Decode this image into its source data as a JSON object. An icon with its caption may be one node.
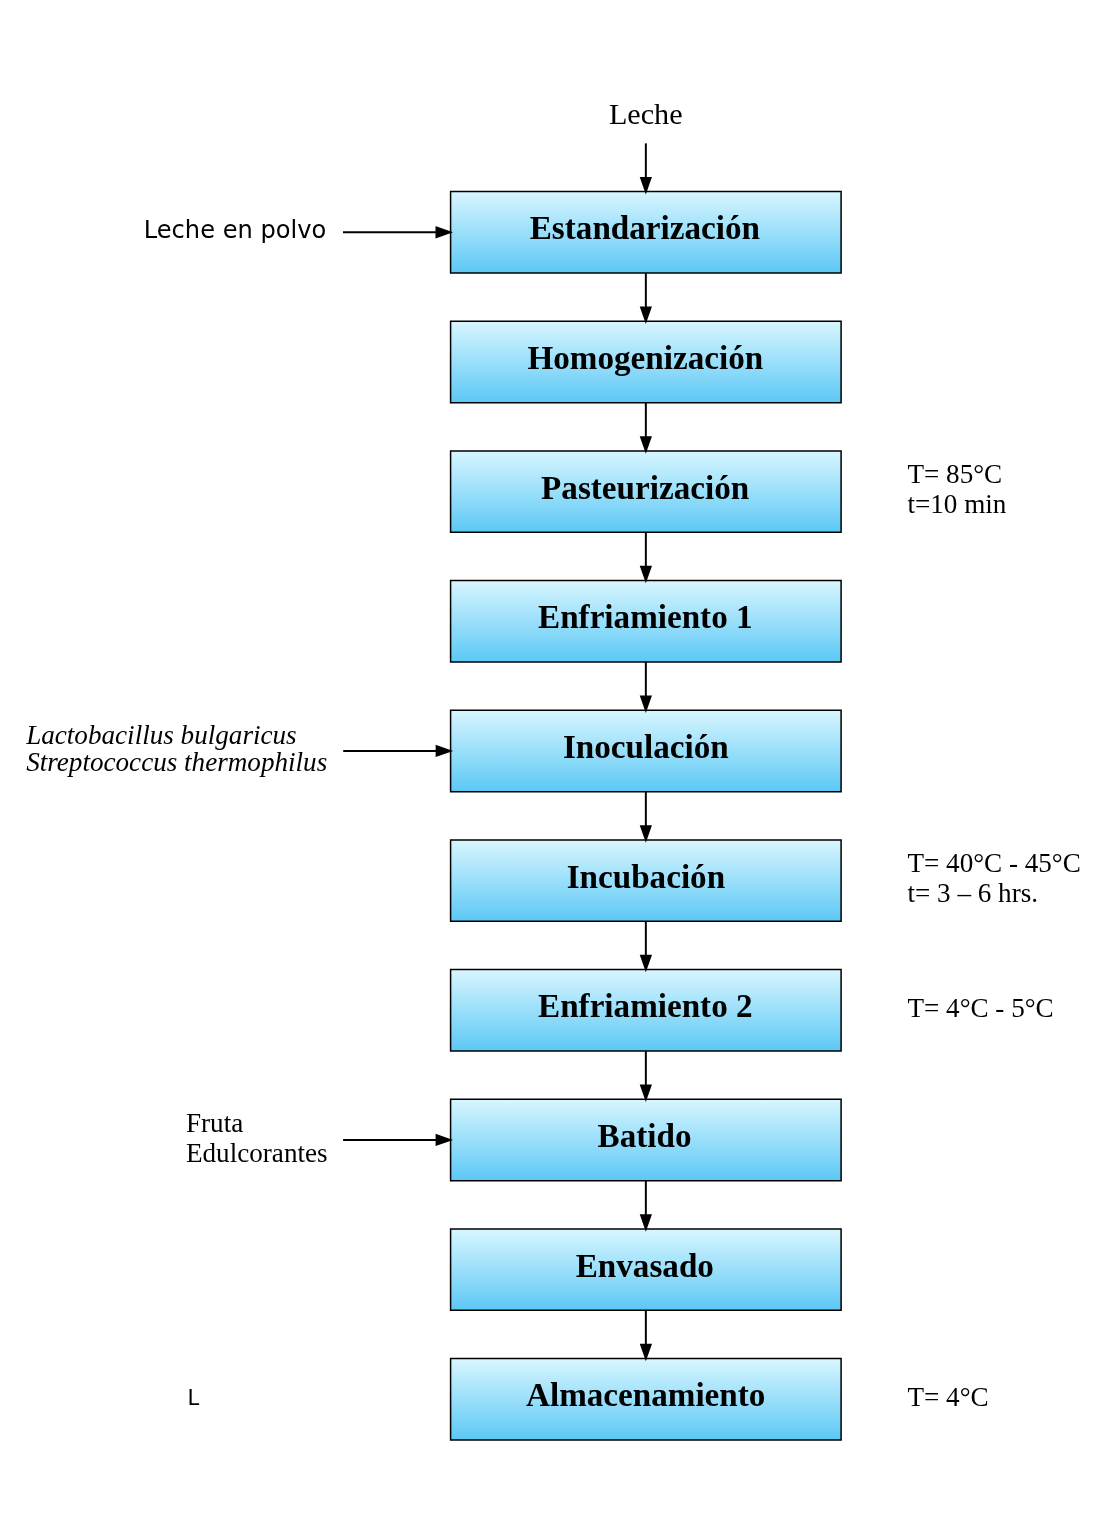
{
  "diagram": {
    "nodes": [
      {
        "text": [
          "Leche"
        ]
      },
      {
        "text": [
          "Leche en polvo"
        ]
      },
      {
        "text": [
          "Estandarización"
        ]
      },
      {
        "text": [
          "Homogenización"
        ]
      },
      {
        "text": [
          "Pasteurización"
        ],
        "beside": [
          "T= 85°C",
          "t=10 min"
        ]
      },
      {
        "text": [
          "Enfriamiento 1"
        ]
      },
      {
        "text": [
          "Lactobacillus bulgaricus",
          "Streptococcus thermophilus"
        ]
      },
      {
        "text": [
          "Inoculación"
        ]
      },
      {
        "text": [
          "Incubación"
        ],
        "beside": [
          "T= 40°C - 45°C",
          "t= 3 – 6 hrs."
        ]
      },
      {
        "text": [
          "Enfriamiento 2"
        ],
        "beside": [
          "T= 4°C - 5°C"
        ]
      },
      {
        "text": [
          "Fruta",
          "Edulcorantes"
        ]
      },
      {
        "text": [
          "Batido"
        ]
      },
      {
        "text": [
          "Envasado"
        ]
      },
      {
        "text": [
          "Almacenamiento"
        ],
        "beside": [
          "T= 4°C"
        ]
      }
    ],
    "edges": [
      {
        "from": 0,
        "to": 2,
        "arrow": "to"
      },
      {
        "from": 1,
        "to": 2,
        "arrow": "to"
      },
      {
        "from": 2,
        "to": 3,
        "arrow": "to"
      },
      {
        "from": 3,
        "to": 4,
        "arrow": "to"
      },
      {
        "from": 4,
        "to": 5,
        "arrow": "to"
      },
      {
        "from": 5,
        "to": 7,
        "arrow": "to"
      },
      {
        "from": 6,
        "to": 7,
        "arrow": "to"
      },
      {
        "from": 7,
        "to": 8,
        "arrow": "to"
      },
      {
        "from": 8,
        "to": 9,
        "arrow": "to"
      },
      {
        "from": 9,
        "to": 11,
        "arrow": "to"
      },
      {
        "from": 10,
        "to": 11,
        "arrow": "to"
      },
      {
        "from": 11,
        "to": 12,
        "arrow": "to"
      },
      {
        "from": 12,
        "to": 13,
        "arrow": "to"
      }
    ],
    "labels": [
      "L"
    ]
  }
}
